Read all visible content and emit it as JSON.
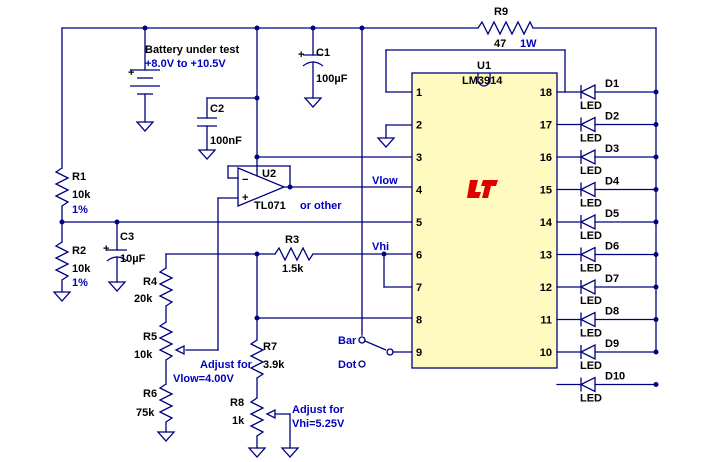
{
  "battery": {
    "name": "Battery under test",
    "range": "+8.0V to +10.5V"
  },
  "parts": {
    "r9_name": "R9",
    "r9_value": "47",
    "r9_power": "1W",
    "c1_name": "C1",
    "c1_value": "100µF",
    "c2_name": "C2",
    "c2_value": "100nF",
    "c3_name": "C3",
    "c3_value": "10µF",
    "r1_name": "R1",
    "r1_value": "10k",
    "r1_tol": "1%",
    "r2_name": "R2",
    "r2_value": "10k",
    "r2_tol": "1%",
    "r3_name": "R3",
    "r3_value": "1.5k",
    "r4_name": "R4",
    "r4_value": "20k",
    "r5_name": "R5",
    "r5_value": "10k",
    "r6_name": "R6",
    "r6_value": "75k",
    "r7_name": "R7",
    "r7_value": "3.9k",
    "r8_name": "R8",
    "r8_value": "1k",
    "u1_name": "U1",
    "u1_value": "LM3914",
    "u2_name": "U2",
    "u2_value": "TL071",
    "u2_alt": "or other"
  },
  "nets": {
    "vlow": "Vlow",
    "vhi": "Vhi"
  },
  "notes": {
    "adjust_vlow_1": "Adjust for",
    "adjust_vlow_2": "Vlow=4.00V",
    "adjust_vhi_1": "Adjust for",
    "adjust_vhi_2": "Vhi=5.25V"
  },
  "mode_switch": {
    "bar": "Bar",
    "dot": "Dot"
  },
  "ic_pins_left": [
    "1",
    "2",
    "3",
    "4",
    "5",
    "6",
    "7",
    "8",
    "9"
  ],
  "ic_pins_right": [
    "18",
    "17",
    "16",
    "15",
    "14",
    "13",
    "12",
    "11",
    "10"
  ],
  "leds": [
    {
      "name": "D1",
      "type": "LED"
    },
    {
      "name": "D2",
      "type": "LED"
    },
    {
      "name": "D3",
      "type": "LED"
    },
    {
      "name": "D4",
      "type": "LED"
    },
    {
      "name": "D5",
      "type": "LED"
    },
    {
      "name": "D6",
      "type": "LED"
    },
    {
      "name": "D7",
      "type": "LED"
    },
    {
      "name": "D8",
      "type": "LED"
    },
    {
      "name": "D9",
      "type": "LED"
    },
    {
      "name": "D10",
      "type": "LED"
    }
  ],
  "colors": {
    "wire": "#000080",
    "label": "#0000c0",
    "ic_fill": "#fffbc0",
    "logo": "#e00000"
  }
}
